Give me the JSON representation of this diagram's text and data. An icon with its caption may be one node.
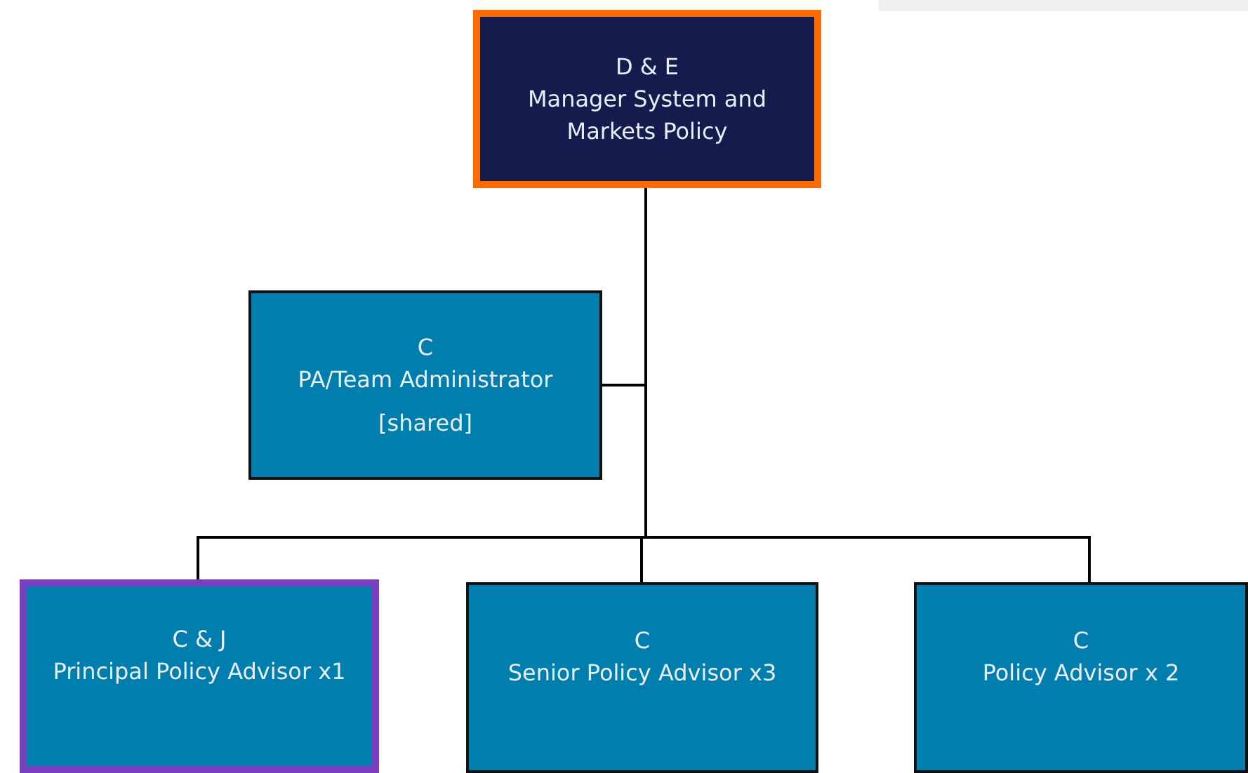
{
  "diagram": {
    "nodes": [
      {
        "text": [
          "D & E",
          "Manager System and Markets Policy"
        ]
      },
      {
        "text": [
          "C",
          "PA/Team Administrator",
          "[shared]"
        ]
      },
      {
        "text": [
          "C & J",
          "Principal Policy Advisor x1"
        ]
      },
      {
        "text": [
          "C",
          "Senior Policy Advisor x3"
        ]
      },
      {
        "text": [
          "C",
          "Policy Advisor x 2"
        ]
      }
    ],
    "edges": [
      {
        "from": 0,
        "to": 1,
        "arrow": "none"
      },
      {
        "from": 0,
        "to": 2,
        "arrow": "none"
      },
      {
        "from": 0,
        "to": 3,
        "arrow": "none"
      },
      {
        "from": 0,
        "to": 4,
        "arrow": "none"
      }
    ]
  }
}
